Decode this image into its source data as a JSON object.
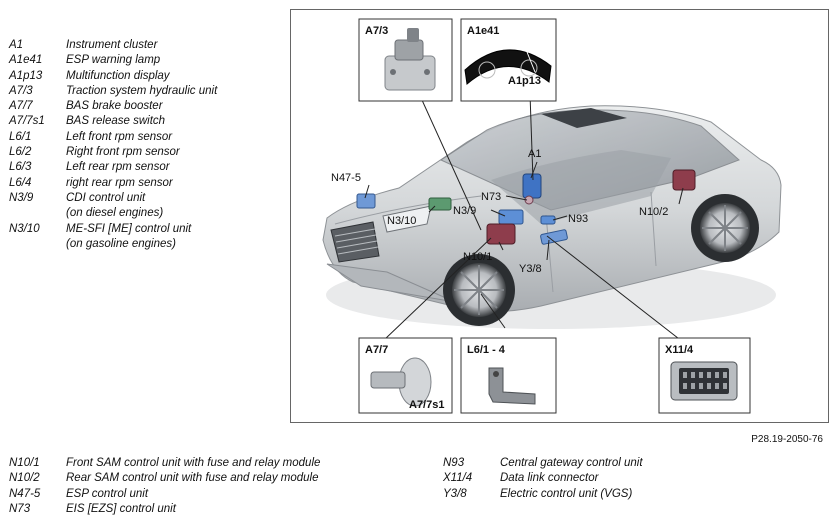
{
  "legend_left": [
    {
      "code": "A1",
      "desc": "Instrument cluster"
    },
    {
      "code": "A1e41",
      "desc": "ESP warning lamp"
    },
    {
      "code": "A1p13",
      "desc": "Multifunction display"
    },
    {
      "code": "A7/3",
      "desc": "Traction system hydraulic unit"
    },
    {
      "code": "A7/7",
      "desc": "BAS brake booster"
    },
    {
      "code": "A7/7s1",
      "desc": "BAS release switch"
    },
    {
      "code": "L6/1",
      "desc": "Left front rpm sensor"
    },
    {
      "code": "L6/2",
      "desc": "Right front rpm sensor"
    },
    {
      "code": "L6/3",
      "desc": "Left rear rpm sensor"
    },
    {
      "code": "L6/4",
      "desc": "right rear rpm sensor"
    },
    {
      "code": "N3/9",
      "desc": "CDI control unit"
    },
    {
      "code": "",
      "desc": "(on diesel engines)"
    },
    {
      "code": "N3/10",
      "desc": "ME-SFI [ME] control unit"
    },
    {
      "code": "",
      "desc": "(on gasoline engines)"
    }
  ],
  "legend_bottom_left": [
    {
      "code": "N10/1",
      "desc": "Front SAM control unit with fuse and relay module"
    },
    {
      "code": "N10/2",
      "desc": "Rear SAM control unit with fuse and relay module"
    },
    {
      "code": "N47-5",
      "desc": "ESP control unit"
    },
    {
      "code": "N73",
      "desc": "EIS [EZS] control unit"
    }
  ],
  "legend_bottom_right": [
    {
      "code": "N93",
      "desc": "Central gateway control unit"
    },
    {
      "code": "X11/4",
      "desc": "Data link connector"
    },
    {
      "code": "Y3/8",
      "desc": "Electric control unit (VGS)"
    }
  ],
  "figure_ref": "P28.19-2050-76",
  "inset_labels": {
    "a7_3": "A7/3",
    "a1e41": "A1e41",
    "a1p13": "A1p13",
    "a7_7": "A7/7",
    "a7_7s1": "A7/7s1",
    "l6": "L6/1 - 4",
    "x11_4": "X11/4"
  },
  "car_callouts": {
    "a1": "A1",
    "n47_5": "N47-5",
    "n73": "N73",
    "n3_9": "N3/9",
    "n3_10": "N3/10",
    "n93": "N93",
    "n10_2": "N10/2",
    "n10_1": "N10/1",
    "y3_8": "Y3/8"
  },
  "colors": {
    "component_blue": "#3f73c4",
    "component_red": "#8e3d4c",
    "component_green": "#5c9a70",
    "car_silver": "#d6d8da"
  }
}
